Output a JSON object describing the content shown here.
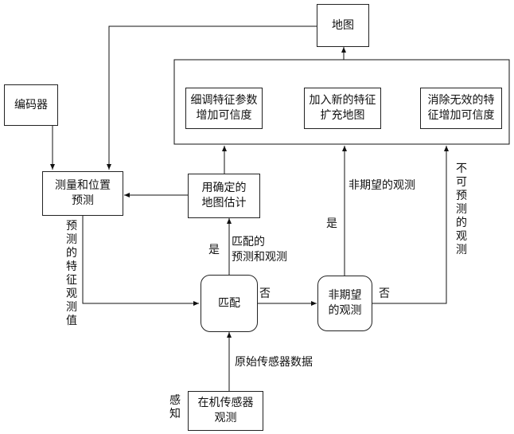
{
  "nodes": {
    "map": "地图",
    "encoder": "编码器",
    "predict": "测量和位置\n预测",
    "fine_tune": "细调特征参数\n增加可信度",
    "add_feature": "加入新的特征\n扩充地图",
    "remove_invalid": "消除无效的特\n征增加可信度",
    "estimate": "用确定的\n地图估计",
    "match": "匹配",
    "unexpected": "非期望\n的观测",
    "sensor": "在机传感器\n观测"
  },
  "labels": {
    "predicted_features": "预测的特征观测值",
    "yes_match": "是",
    "matched_pair": "匹配的\n预测和观测",
    "no_match": "否",
    "unexpected_obs": "非期望的观测",
    "yes_unexpected": "是",
    "no_unexpected": "否",
    "unpredictable": "不可预测的观测",
    "raw_data": "原始传感器数据",
    "perception": "感知"
  }
}
